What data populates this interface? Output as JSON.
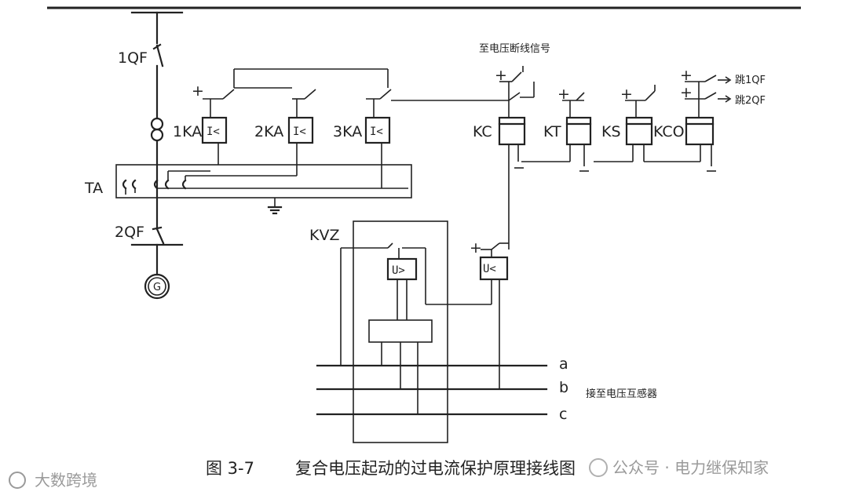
{
  "labels": {
    "qf1": "1QF",
    "qf2": "2QF",
    "ta": "TA",
    "ka1": "1KA",
    "ka2": "2KA",
    "ka3": "3KA",
    "kc": "KC",
    "kt": "KT",
    "ks": "KS",
    "kco": "KCO",
    "kvz": "KVZ",
    "relay_current": "I<",
    "relay_overvolt": "U>",
    "relay_undervolt": "U<",
    "generator": "G",
    "to_voltage_signal": "至电压断线信号",
    "trip_1qf": "跳1QF",
    "trip_2qf": "跳2QF",
    "phase_a": "a",
    "phase_b": "b",
    "phase_c": "c",
    "to_vt": "接至电压互感器",
    "plus": "+",
    "minus": "−"
  },
  "caption": {
    "fig": "图 3-7",
    "text": "复合电压起动的过电流保护原理接线图"
  },
  "watermarks": {
    "left": "大数跨境",
    "right": "公众号 · 电力继保知家"
  }
}
